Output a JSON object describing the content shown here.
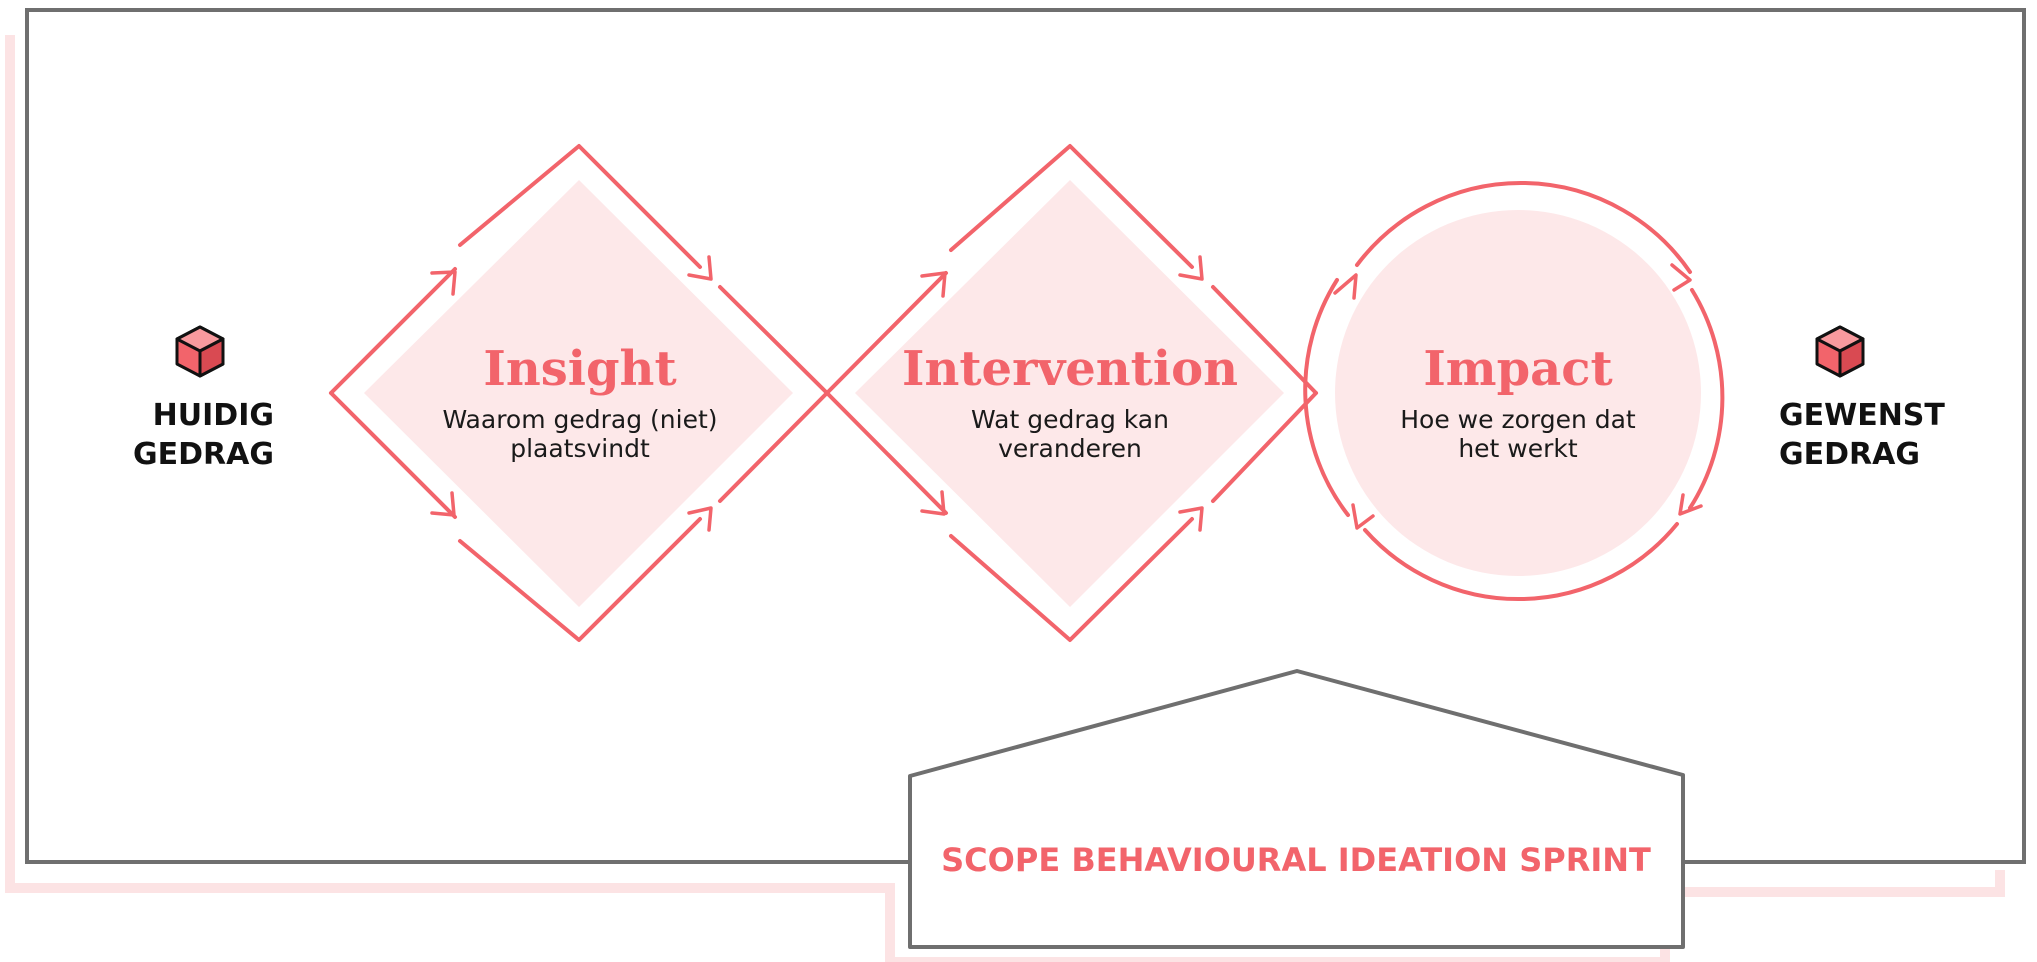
{
  "colors": {
    "accent": "#F2646B",
    "fill": "#FDE8E9",
    "frame": "#6f6f6f",
    "shadow": "#FCE3E4",
    "text": "#111111"
  },
  "left": {
    "icon": "cube-icon",
    "line1": "HUIDIG",
    "line2": "GEDRAG"
  },
  "right": {
    "icon": "cube-icon",
    "line1": "GEWENST",
    "line2": "GEDRAG"
  },
  "stages": [
    {
      "title": "Insight",
      "sub1": "Waarom gedrag (niet)",
      "sub2": "plaatsvindt"
    },
    {
      "title": "Intervention",
      "sub1": "Wat gedrag kan",
      "sub2": "veranderen"
    },
    {
      "title": "Impact",
      "sub1": "Hoe we zorgen dat",
      "sub2": "het werkt"
    }
  ],
  "scope": {
    "label": "SCOPE BEHAVIOURAL IDEATION SPRINT"
  }
}
